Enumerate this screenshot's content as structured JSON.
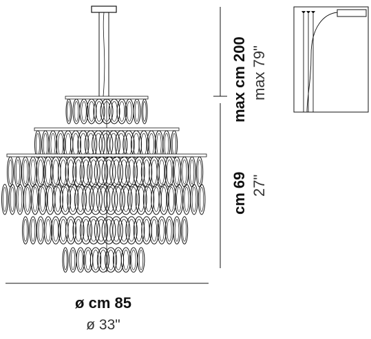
{
  "height_max_metric": "max cm 200",
  "height_max_imperial": "max 79\"",
  "height_body_metric": "cm 69",
  "height_body_imperial": "27\"",
  "diameter_metric": "ø cm 85",
  "diameter_imperial": "ø 33\"",
  "colors": {
    "line": "#111111",
    "text": "#111111"
  }
}
